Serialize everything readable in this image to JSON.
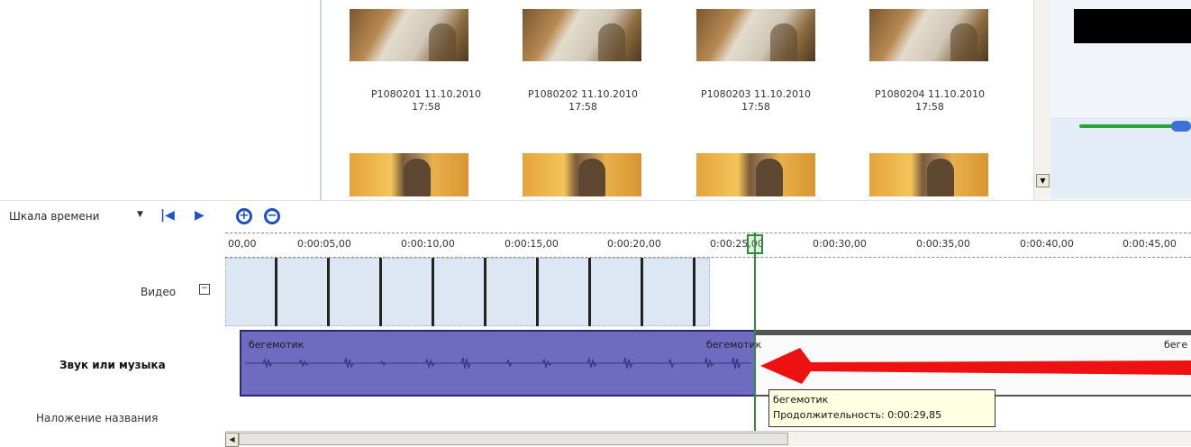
{
  "collection": {
    "clips": [
      {
        "name_line1": "P1080201 11.10.2010",
        "name_line2": "17:58"
      },
      {
        "name_line1": "P1080202 11.10.2010",
        "name_line2": "17:58"
      },
      {
        "name_line1": "P1080203 11.10.2010",
        "name_line2": "17:58"
      },
      {
        "name_line1": "P1080204 11.10.2010",
        "name_line2": "17:58"
      }
    ],
    "scroll_down_icon": "▼"
  },
  "toolbar": {
    "timeline_label": "Шкала времени",
    "dropdown_icon": "▼",
    "rewind_icon": "|◀",
    "play_icon": "▶",
    "zoom_in_icon": "+",
    "zoom_out_icon": "−"
  },
  "ruler": {
    "ticks": [
      "00,00",
      "0:00:05,00",
      "0:00:10,00",
      "0:00:15,00",
      "0:00:20,00",
      "0:00:25,00",
      "0:00:30,00",
      "0:00:35,00",
      "0:00:40,00",
      "0:00:45,00"
    ]
  },
  "tracks": {
    "video_label": "Видео",
    "video_collapse_icon": "−",
    "audio_label": "Звук или музыка",
    "title_overlay_label": "Наложение названия"
  },
  "audio": {
    "clip_name": "бегемотик",
    "clip_name_2": "бегемотик",
    "clip_name_3": "беге"
  },
  "tooltip": {
    "name": "бегемотик",
    "duration_label": "Продолжительность:",
    "duration_value": "0:00:29,85"
  },
  "hscroll": {
    "left_icon": "◀"
  },
  "colors": {
    "audio_clip": "#6e6bc1",
    "playhead": "#2e8b3f",
    "annotation_arrow": "#ee1111",
    "accent_blue": "#1e55c9"
  }
}
